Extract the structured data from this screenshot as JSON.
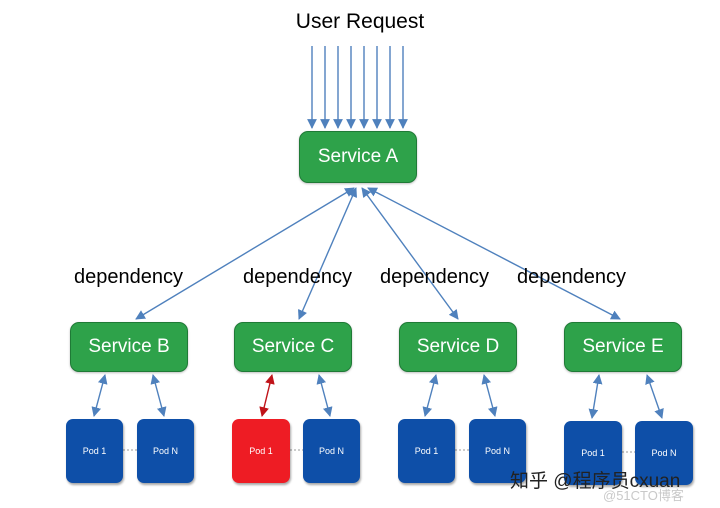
{
  "header": {
    "title": "User Request"
  },
  "dependency_labels": [
    "dependency",
    "dependency",
    "dependency",
    "dependency"
  ],
  "services": {
    "a": "Service A",
    "b": "Service B",
    "c": "Service C",
    "d": "Service D",
    "e": "Service E"
  },
  "pods": {
    "b": [
      "Pod 1",
      "Pod N"
    ],
    "c": [
      "Pod 1",
      "Pod N"
    ],
    "d": [
      "Pod 1",
      "Pod N"
    ],
    "e": [
      "Pod 1",
      "Pod N"
    ]
  },
  "failed_pod": "Service C / Pod 1",
  "colors": {
    "service": "#2ea24a",
    "pod": "#0e4fa8",
    "failed_pod": "#ee1c24",
    "arrow": "#4f81bd",
    "failed_arrow": "#c0141a"
  },
  "watermark": {
    "main": "知乎 @程序员cxuan",
    "sub": "@51CTO博客"
  }
}
